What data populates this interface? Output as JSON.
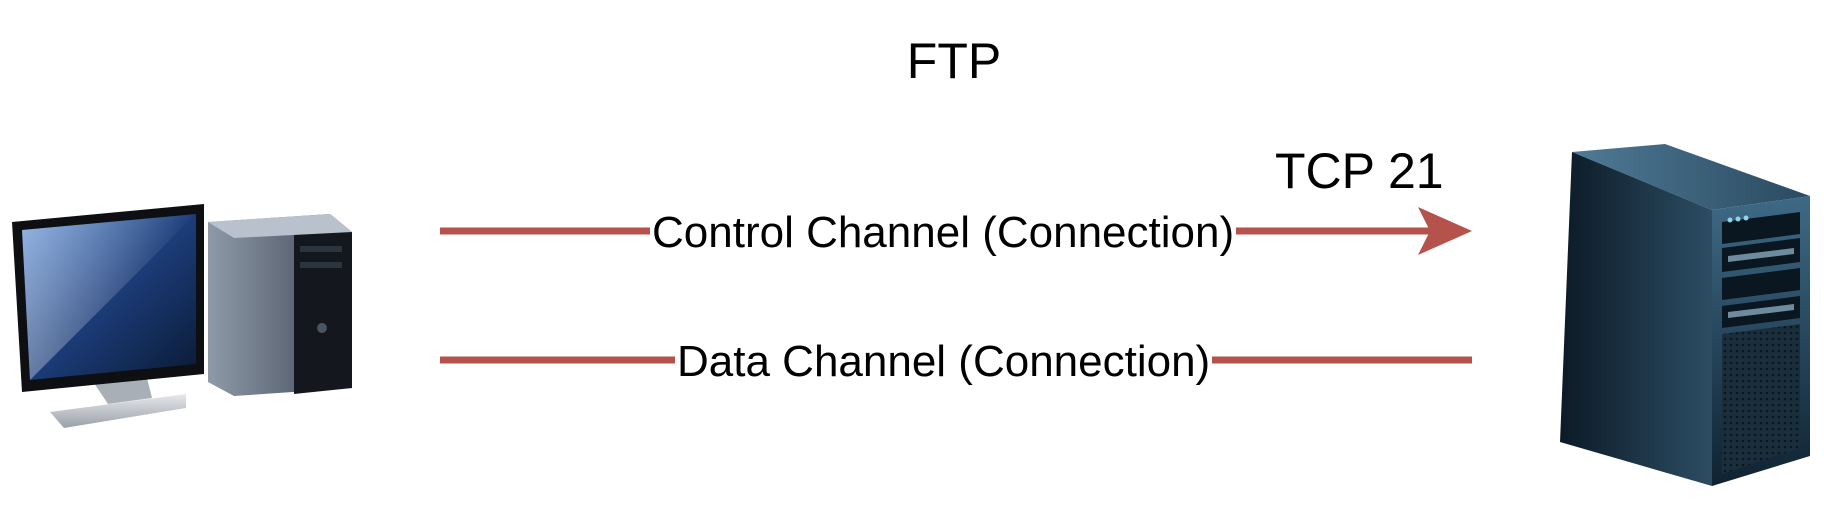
{
  "title": "FTP",
  "port_label": "TCP 21",
  "channels": {
    "control": {
      "label": "Control Channel (Connection)",
      "directed": true
    },
    "data": {
      "label": "Data Channel (Connection)",
      "directed": false
    }
  },
  "nodes": {
    "client": {
      "icon": "desktop-computer-icon"
    },
    "server": {
      "icon": "server-tower-icon"
    }
  },
  "colors": {
    "connector": "#b5524c",
    "text": "#000000",
    "background": "#ffffff"
  }
}
